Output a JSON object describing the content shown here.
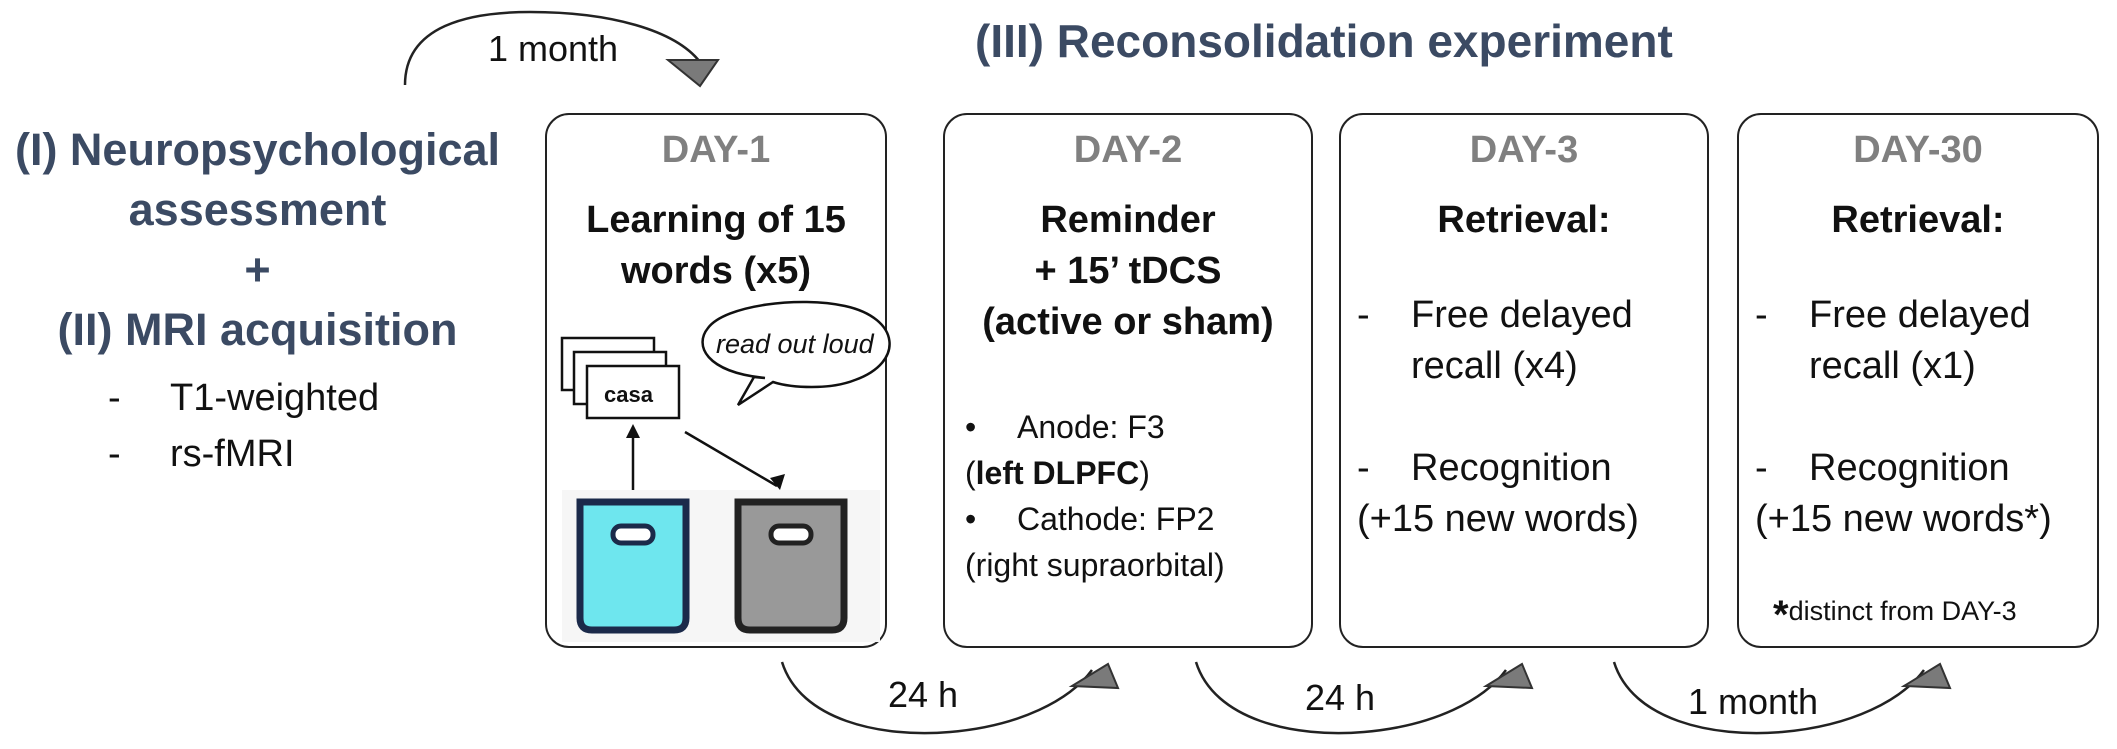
{
  "left": {
    "title_line1": "(I) Neuropsychological",
    "title_line2": "assessment",
    "plus": "+",
    "title_line3": "(II) MRI acquisition",
    "items": [
      {
        "dash": "-",
        "text": "T1-weighted"
      },
      {
        "dash": "-",
        "text": "rs-fMRI"
      }
    ]
  },
  "experiment_title": "(III) Reconsolidation experiment",
  "top_interval": "1 month",
  "day1": {
    "day": "DAY-1",
    "title_line1": "Learning of 15",
    "title_line2": "words (x5)",
    "card_word": "casa",
    "speech": "read out loud"
  },
  "day2": {
    "day": "DAY-2",
    "title_line1": "Reminder",
    "title_line2": "+ 15’ tDCS",
    "title_line3": "(active or sham)",
    "bullet": "•",
    "anode": "Anode: F3",
    "anode_paren_open": "(",
    "anode_site": "left DLPFC",
    "anode_paren_close": ")",
    "cathode": "Cathode: FP2",
    "cathode_site": "(right supraorbital)"
  },
  "day3": {
    "day": "DAY-3",
    "title": "Retrieval:",
    "dash": "-",
    "item1_line1": "Free delayed",
    "item1_line2": "recall (x4)",
    "item2_line1": "Recognition",
    "item2_line2": "(+15 new words)"
  },
  "day30": {
    "day": "DAY-30",
    "title": "Retrieval:",
    "dash": "-",
    "item1_line1": "Free delayed",
    "item1_line2": "recall (x1)",
    "item2_line1": "Recognition",
    "item2_line2": "(+15 new words*)",
    "note_star": "*",
    "note_text": "distinct from DAY-3"
  },
  "intervals": [
    "24 h",
    "24 h",
    "1 month"
  ],
  "colors": {
    "heading_blue": "#3b4a63",
    "day_gray": "#808080",
    "bin_cyan": "#6ee6ee",
    "bin_gray": "#999999",
    "bin_outline": "#1b2a4a",
    "arrow_fill": "#7a7a7a"
  },
  "icons": [
    "word-cards-icon",
    "speech-bubble-icon",
    "cyan-bin-icon",
    "gray-bin-icon"
  ]
}
